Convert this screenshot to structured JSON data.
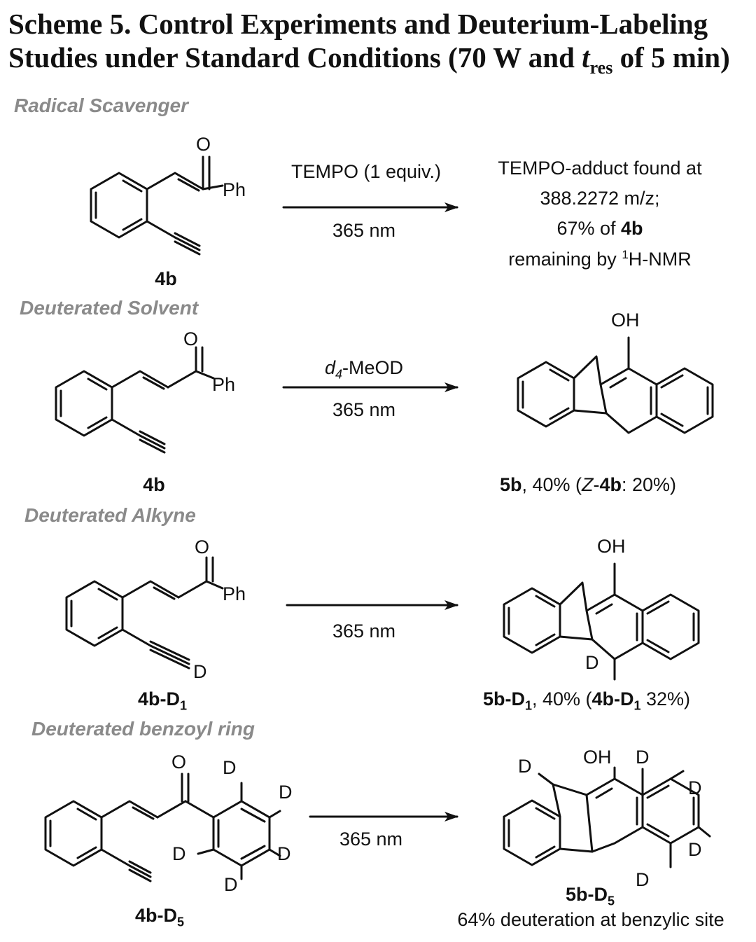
{
  "title": {
    "line1": "Scheme 5. Control Experiments and Deuterium-Labeling",
    "line2_prefix": "Studies under Standard Conditions (70 W and ",
    "t": "t",
    "t_sub": "res",
    "line2_suffix": " of 5 min)"
  },
  "sections": [
    {
      "heading": "Radical Scavenger",
      "reagent": "TEMPO (1 equiv.)",
      "conditions": "365 nm",
      "start": {
        "label": "4b"
      },
      "result": {
        "line1": "TEMPO-adduct found at",
        "line2": "388.2272 m/z;",
        "line3_pre": "67% of ",
        "line3_bold": "4b",
        "line4_pre": "remaining by ",
        "line4_sup": "1",
        "line4_post": "H-NMR"
      }
    },
    {
      "heading": "Deuterated Solvent",
      "reagent_italic": "d",
      "reagent_sub": "4",
      "reagent_rest": "-MeOD",
      "conditions": "365 nm",
      "start": {
        "label": "4b"
      },
      "product": {
        "bold": "5b",
        "rest1": ", 40% (",
        "italic": "Z",
        "dash": "-",
        "bold2": "4b",
        "rest2": ": 20%)"
      }
    },
    {
      "heading": "Deuterated Alkyne",
      "conditions": "365 nm",
      "start": {
        "label": "4b-D",
        "label_sub": "1"
      },
      "product": {
        "bold": "5b-D",
        "bold_sub": "1",
        "rest1": ", 40% (",
        "bold2": "4b-D",
        "bold2_sub": "1",
        "rest2": " 32%)"
      }
    },
    {
      "heading": "Deuterated benzoyl ring",
      "conditions": "365 nm",
      "start": {
        "label": "4b-D",
        "label_sub": "5"
      },
      "product": {
        "label": "5b-D",
        "label_sub": "5",
        "note": "64% deuteration at benzylic site"
      }
    }
  ],
  "atoms": {
    "O": "O",
    "Ph": "Ph",
    "OH": "OH",
    "D": "D"
  }
}
